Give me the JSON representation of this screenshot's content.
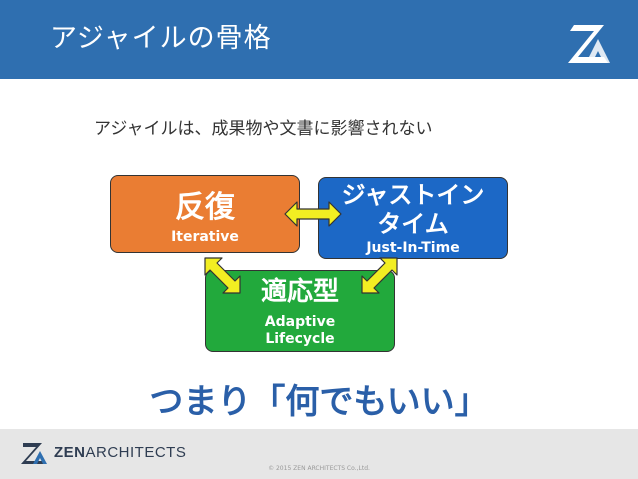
{
  "header": {
    "title": "アジャイルの骨格",
    "logo": "zen-architects-logo",
    "color": "#2f6fb0"
  },
  "subtitle": "アジャイルは、成果物や文書に影響されない",
  "diagram": {
    "iterative": {
      "main": "反復",
      "sub": "Iterative",
      "color": "#ea7d33"
    },
    "just_in_time": {
      "main_line1": "ジャストイン",
      "main_line2": "タイム",
      "sub": "Just-In-Time",
      "color": "#1c68c6"
    },
    "adaptive": {
      "main": "適応型",
      "sub_line1": "Adaptive",
      "sub_line2": "Lifecycle",
      "color": "#22a93c"
    },
    "arrow_color": "#f2ee22"
  },
  "conclusion": "つまり「何でもいい」",
  "footer": {
    "brand_bold": "ZEN",
    "brand_rest": "ARCHITECTS",
    "copyright": "© 2015 ZEN ARCHITECTS Co.,Ltd."
  }
}
